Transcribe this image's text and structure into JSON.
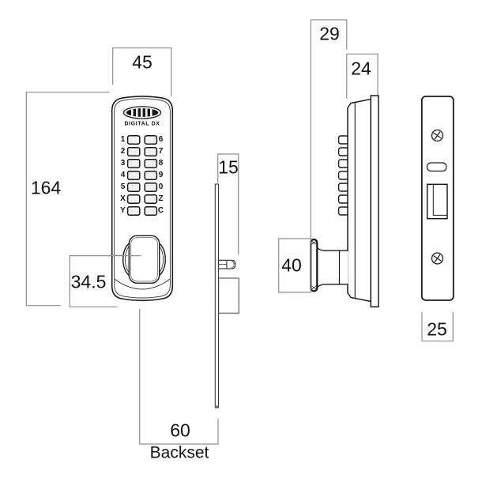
{
  "drawing": {
    "brand": "DIGITAL DX",
    "dimensions": {
      "front_width": "45",
      "front_height": "164",
      "knob_center_to_bottom": "34.5",
      "faceplate_depth": "15",
      "backset_value": "60",
      "backset_label": "Backset",
      "knob_projection": "29",
      "case_depth": "24",
      "knob_height": "40",
      "strike_plate_width": "25"
    },
    "keypad": {
      "rows": [
        {
          "left": "1",
          "right": "6"
        },
        {
          "left": "2",
          "right": "7"
        },
        {
          "left": "3",
          "right": "8"
        },
        {
          "left": "4",
          "right": "9"
        },
        {
          "left": "5",
          "right": "0"
        },
        {
          "left": "X",
          "right": "Z"
        },
        {
          "left": "Y",
          "right": "C"
        }
      ]
    },
    "colors": {
      "outline": "#1a1a1a",
      "dimension_line": "#8f8f8f",
      "label_text": "#111111"
    }
  }
}
